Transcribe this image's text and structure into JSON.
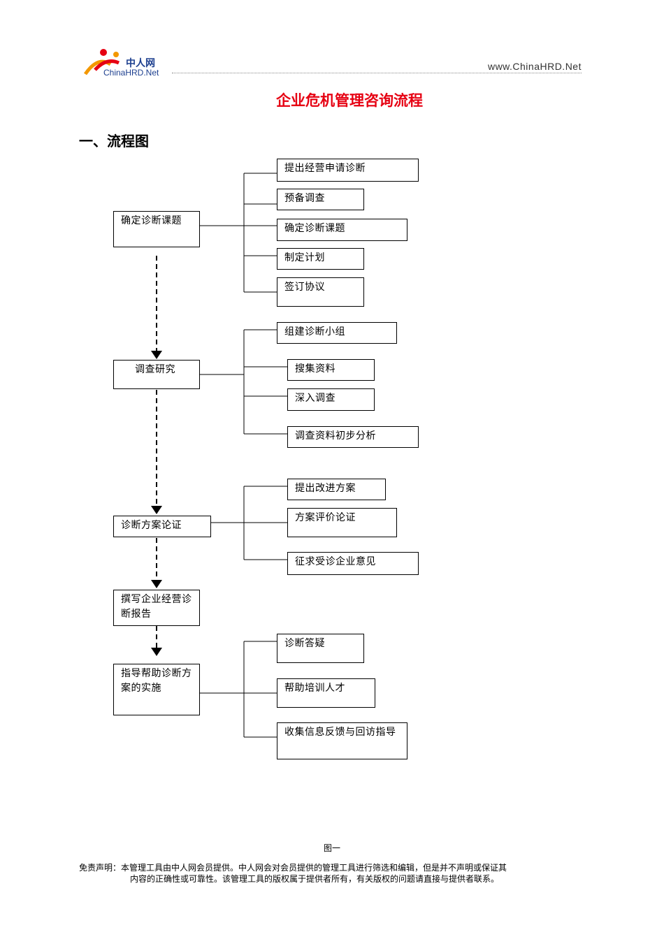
{
  "header": {
    "logo_cn": "中人网",
    "logo_en": "ChinaHRD.Net",
    "site_url": "www.ChinaHRD.Net"
  },
  "title": "企业危机管理咨询流程",
  "section_heading": "一、流程图",
  "flow": {
    "steps": [
      {
        "label": "确定诊断课题",
        "substeps": [
          "提出经营申请诊断",
          "预备调查",
          "确定诊断课题",
          "制定计划",
          "签订协议"
        ]
      },
      {
        "label": "调查研究",
        "substeps": [
          "组建诊断小组",
          "搜集资料",
          "深入调查",
          "调查资料初步分析"
        ]
      },
      {
        "label": "诊断方案论证",
        "substeps": [
          "提出改进方案",
          "方案评价论证",
          "征求受诊企业意见"
        ]
      },
      {
        "label": "撰写企业经营诊断报告",
        "substeps": []
      },
      {
        "label": "指导帮助诊断方案的实施",
        "substeps": [
          "诊断答疑",
          "帮助培训人才",
          "收集信息反馈与回访指导"
        ]
      }
    ]
  },
  "caption": "图一",
  "disclaimer": {
    "line1": "免责声明：本管理工具由中人网会员提供。中人网会对会员提供的管理工具进行筛选和编辑，但是并不声明或保证其",
    "line2": "内容的正确性或可靠性。该管理工具的版权属于提供者所有，有关版权的问题请直接与提供者联系。"
  }
}
